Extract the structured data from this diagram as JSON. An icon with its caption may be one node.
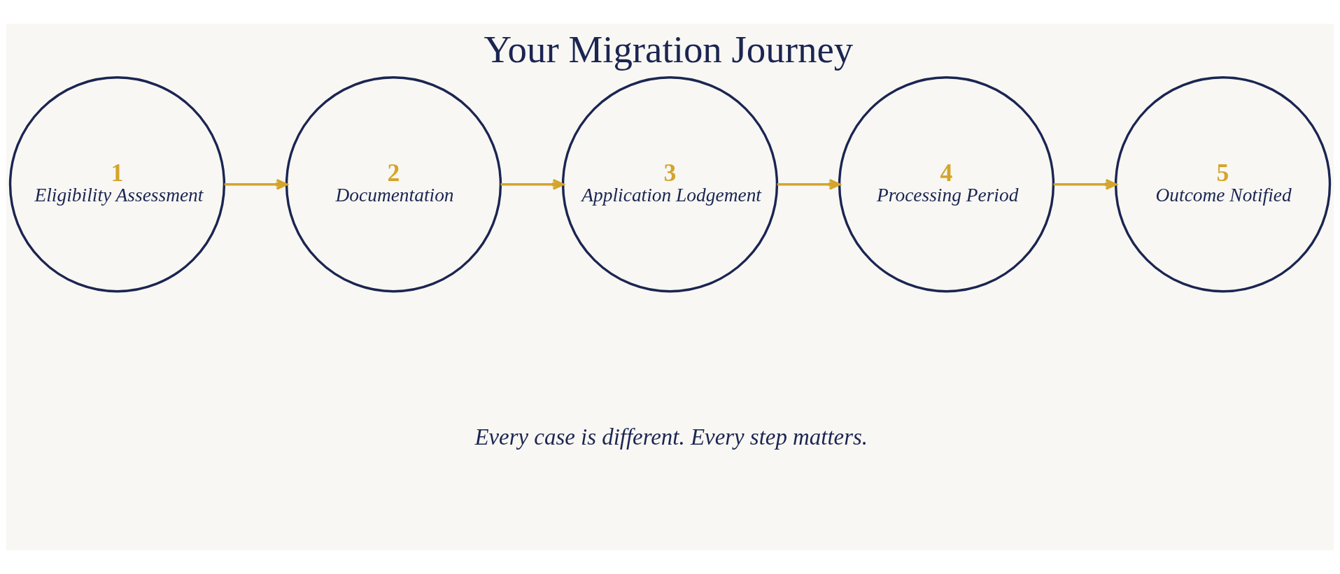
{
  "diagram": {
    "title": "Your Migration Journey",
    "caption": "Every case is different. Every step matters.",
    "nodes": [
      {
        "text": [
          "1",
          "Eligibility Assessment"
        ]
      },
      {
        "text": [
          "2",
          "Documentation"
        ]
      },
      {
        "text": [
          "3",
          "Application Lodgement"
        ]
      },
      {
        "text": [
          "4",
          "Processing Period"
        ]
      },
      {
        "text": [
          "5",
          "Outcome Notified"
        ]
      }
    ],
    "edges": [
      {
        "from": 0,
        "to": 1,
        "arrow": "to"
      },
      {
        "from": 1,
        "to": 2,
        "arrow": "to"
      },
      {
        "from": 2,
        "to": 3,
        "arrow": "to"
      },
      {
        "from": 3,
        "to": 4,
        "arrow": "to"
      }
    ]
  }
}
